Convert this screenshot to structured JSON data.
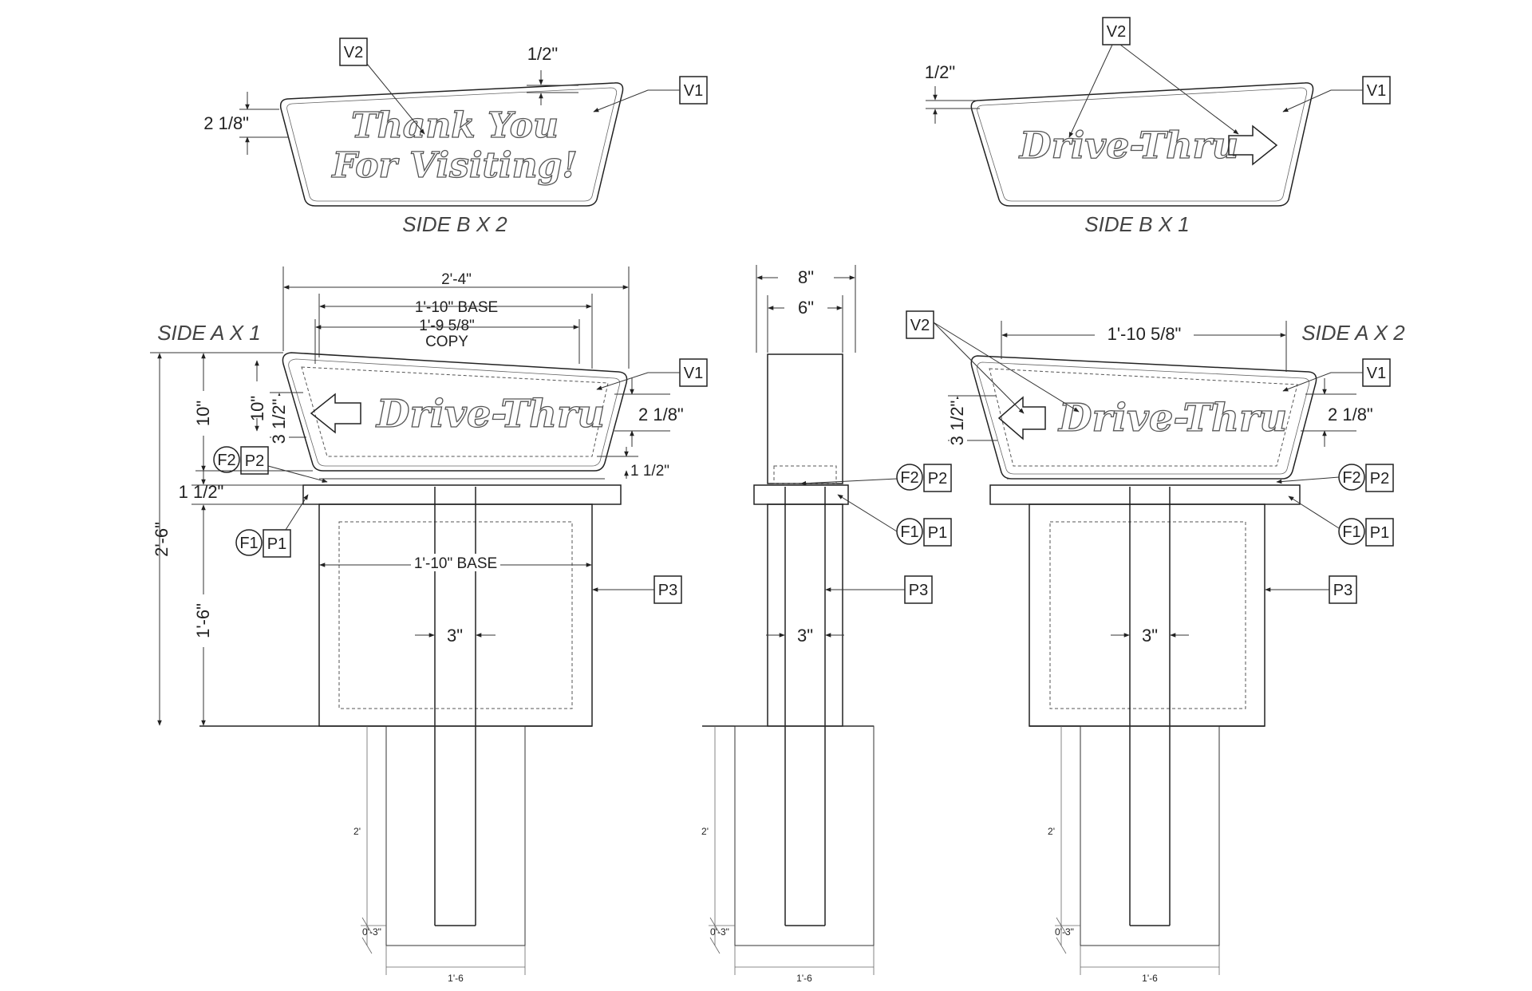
{
  "side_b_left": {
    "caption": "SIDE B X 2",
    "copy_line1": "Thank You",
    "copy_line2": "For Visiting!",
    "dim_left": "2 1/8\"",
    "dim_top": "1/2\"",
    "tag_v1": "V1",
    "tag_v2": "V2"
  },
  "side_b_right": {
    "caption": "SIDE B X 1",
    "copy": "Drive-Thru",
    "dim_top": "1/2\"",
    "tag_v1": "V1",
    "tag_v2": "V2"
  },
  "side_a_left": {
    "caption": "SIDE A X 1",
    "copy": "Drive-Thru",
    "dim_overall": "2'-4\"",
    "dim_base": "1'-10\" BASE",
    "dim_copy": "1'-9 5/8\"",
    "dim_copy_label": "COPY",
    "dim_total_height": "2'-6\"",
    "dim_sign_height": "10\"",
    "dim_inner_10": "10\"",
    "dim_arrow": "3 1/2\"",
    "dim_right": "2 1/8\"",
    "dim_bottom_gap": "1 1/2\"",
    "dim_cap": "1 1/2\"",
    "dim_cabinet_height": "1'-6\"",
    "dim_cabinet_base": "1'-10\" BASE",
    "dim_post": "3\"",
    "dim_footing_h": "2'",
    "dim_footing_offset": "0'-3\"",
    "dim_footing_w": "1'-6",
    "tag_v1": "V1",
    "tag_f2": "F2",
    "tag_p2": "P2",
    "tag_f1": "F1",
    "tag_p1": "P1",
    "tag_p3": "P3"
  },
  "side_view": {
    "dim_depth": "8\"",
    "dim_inner": "6\"",
    "dim_post": "3\"",
    "dim_footing_h": "2'",
    "dim_footing_offset": "0'-3\"",
    "dim_footing_w": "1'-6",
    "tag_f2": "F2",
    "tag_p2": "P2",
    "tag_f1": "F1",
    "tag_p1": "P1",
    "tag_p3": "P3"
  },
  "side_a_right": {
    "caption": "SIDE A X 2",
    "copy": "Drive-Thru",
    "dim_width": "1'-10 5/8\"",
    "dim_arrow": "3 1/2\"",
    "dim_right": "2 1/8\"",
    "dim_post": "3\"",
    "dim_footing_h": "2'",
    "dim_footing_offset": "0'-3\"",
    "dim_footing_w": "1'-6",
    "tag_v1": "V1",
    "tag_v2": "V2",
    "tag_f2": "F2",
    "tag_p2": "P2",
    "tag_f1": "F1",
    "tag_p1": "P1",
    "tag_p3": "P3"
  }
}
